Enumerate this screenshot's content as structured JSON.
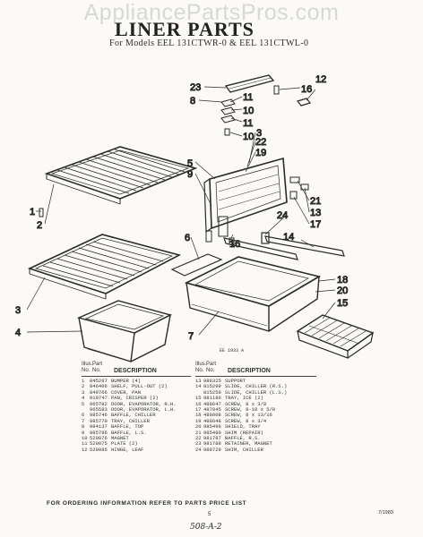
{
  "watermark": "AppliancePartsPros.com",
  "title": "LINER PARTS",
  "subtitle": "For Models EEL 131CTWR-0 & EEL 131CTWL-0",
  "diagram_code": "EE 1933 A",
  "callouts": {
    "c23": "23",
    "c8": "8",
    "c11a": "11",
    "c10a": "10",
    "c11b": "11",
    "c10b": "10",
    "c16a": "16",
    "c12": "12",
    "c3a": "3",
    "c22": "22",
    "c19": "19",
    "c5": "5",
    "c9": "9",
    "c21": "21",
    "c13": "13",
    "c17": "17",
    "c24": "24",
    "c6": "6",
    "c16b": "16",
    "c14": "14",
    "c1": "1",
    "c2": "2",
    "c3b": "3",
    "c4": "4",
    "c7": "7",
    "c18": "18",
    "c20": "20",
    "c15": "15"
  },
  "table": {
    "headers": {
      "illus": "Illus.",
      "part": "Part",
      "no": "No.",
      "no2": "No.",
      "description": "DESCRIPTION"
    },
    "left": [
      [
        "1",
        "845267",
        "BUMPER (4)"
      ],
      [
        "2",
        "846406",
        "SHELF, PULL-OUT (2)"
      ],
      [
        "3",
        "849766",
        "COVER, PAN"
      ],
      [
        "4",
        "910747",
        "PAN, CRISPER (2)"
      ],
      [
        "5",
        "965782",
        "DOOR, EVAPORATOR, R.H."
      ],
      [
        "",
        "965583",
        "DOOR, EVAPORATOR, L.H."
      ],
      [
        "6",
        "985746",
        "BAFFLE, CHILLER"
      ],
      [
        "7",
        "985770",
        "TRAY, CHILLER"
      ],
      [
        "8",
        "984137",
        "BAFFLE, TOP"
      ],
      [
        "9",
        "985786",
        "BAFFLE, L.S."
      ],
      [
        "10",
        "520076",
        "MAGNET"
      ],
      [
        "11",
        "520075",
        "PLATE (2)"
      ],
      [
        "12",
        "520085",
        "HINGE, LEAF"
      ]
    ],
    "right": [
      [
        "13",
        "986325",
        "SUPPORT"
      ],
      [
        "14",
        "815299",
        "SLIDE, CHILLER (R.S.)"
      ],
      [
        "",
        "815259",
        "SLIDE, CHILLER (L.S.)"
      ],
      [
        "15",
        "981180",
        "TRAY, ICE (2)"
      ],
      [
        "16",
        "488647",
        "SCREW, 8 x 3/8"
      ],
      [
        "17",
        "487045",
        "SCREW, 8-18 x 5/8"
      ],
      [
        "18",
        "488008",
        "SCREW, 8 x 13/16"
      ],
      [
        "19",
        "488648",
        "SCREW, 8 x 3/4"
      ],
      [
        "20",
        "985499",
        "SHIELD, TRAY"
      ],
      [
        "21",
        "985480",
        "SHIM (REPAIR)"
      ],
      [
        "22",
        "981787",
        "BAFFLE, R.S."
      ],
      [
        "23",
        "981788",
        "RETAINER, MAGNET"
      ],
      [
        "24",
        "988729",
        "SHIM, CHILLER"
      ]
    ]
  },
  "footer": "FOR ORDERING INFORMATION REFER TO PARTS PRICE LIST",
  "page_mark": "5",
  "page_code": "7/1983",
  "handwritten": "508-A-2"
}
